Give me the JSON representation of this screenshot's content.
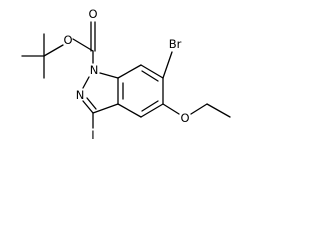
{
  "diagram": {
    "type": "chemical-structure",
    "atoms": {
      "boc_ether_oxygen": "O",
      "carbonyl_oxygen": "O",
      "indazole_n1": "N",
      "indazole_n2": "N",
      "bromine": "Br",
      "iodine": "I",
      "ethoxy_oxygen": "O"
    }
  }
}
